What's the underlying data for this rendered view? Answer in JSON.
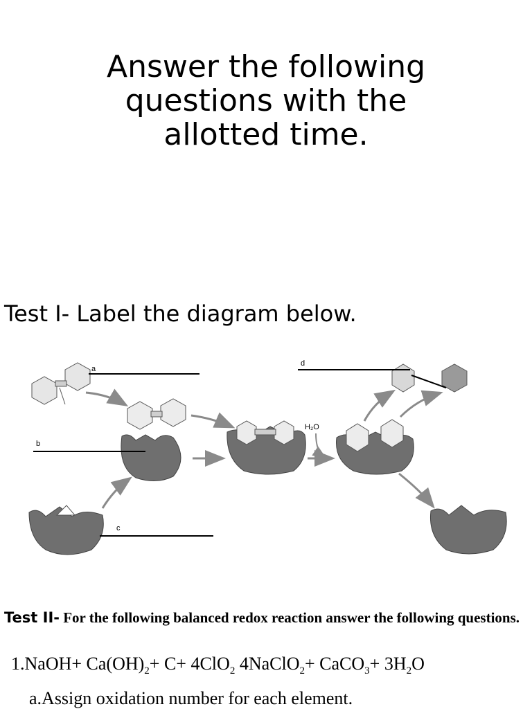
{
  "title": {
    "line1": "Answer the following",
    "line2": "questions with the",
    "line3": "allotted time."
  },
  "test1": {
    "heading": "Test I- Label the diagram below."
  },
  "diagram": {
    "labels": {
      "a": "a",
      "b": "b",
      "c": "c",
      "d": "d",
      "water": "H₂O"
    }
  },
  "test2": {
    "lead": "Test II-",
    "instruction": "For the following balanced redox reaction answer the following questions."
  },
  "equation": {
    "number": "1.",
    "p1": "NaOH+ Ca(OH)",
    "s1": "2",
    "p2": "+ C+ 4ClO",
    "s2": "2",
    "arrow": " ",
    "p3": " 4NaClO",
    "s3": "2",
    "p4": "+ CaCO",
    "s4": "3",
    "p5": "+ 3H",
    "s5": "2",
    "p6": "O"
  },
  "task_a": "a.Assign oxidation number for each element."
}
